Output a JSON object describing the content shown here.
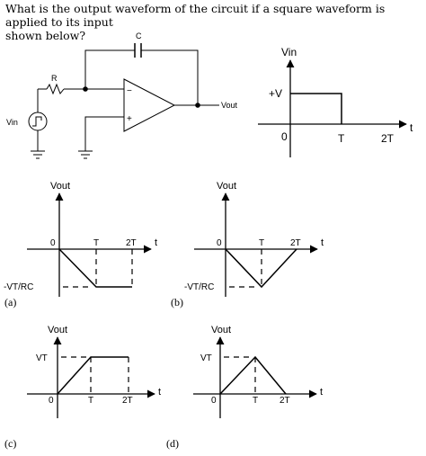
{
  "question": {
    "line1": "What is the output waveform of the circuit if a square waveform is applied to its input",
    "line2": "shown below?"
  },
  "circuit": {
    "capacitor": "C",
    "resistor": "R",
    "input": "Vin",
    "output": "Vout",
    "minus": "−",
    "plus": "+"
  },
  "input_wave": {
    "title": "Vin",
    "level": "+V",
    "origin": "0",
    "t1": "T",
    "t2": "2T",
    "axis": "t"
  },
  "options": [
    {
      "letter": "(a)",
      "title": "Vout",
      "origin": "0",
      "t1": "T",
      "t2": "2T",
      "axis": "t",
      "level": "-VT/RC"
    },
    {
      "letter": "(b)",
      "title": "Vout",
      "origin": "0",
      "t1": "T",
      "t2": "2T",
      "axis": "t",
      "level": "-VT/RC"
    },
    {
      "letter": "(c)",
      "title": "Vout",
      "origin": "0",
      "t1": "T",
      "t2": "2T",
      "axis": "t",
      "level": "VT"
    },
    {
      "letter": "(d)",
      "title": "Vout",
      "origin": "0",
      "t1": "T",
      "t2": "2T",
      "axis": "t",
      "level": "VT"
    }
  ]
}
